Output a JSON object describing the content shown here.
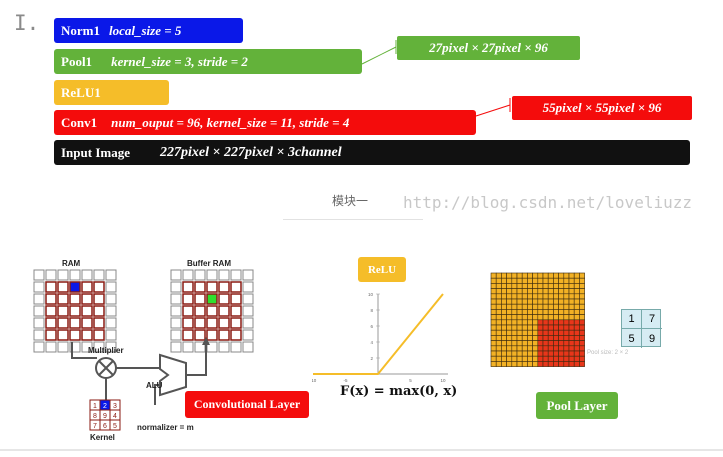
{
  "section": {
    "numeral": "I."
  },
  "layers": {
    "norm1": {
      "name": "Norm1",
      "params": "local_size = 5"
    },
    "pool1": {
      "name": "Pool1",
      "params": "kernel_size = 3, stride = 2"
    },
    "relu1": {
      "name": "ReLU1"
    },
    "conv1": {
      "name": "Conv1",
      "params": "num_ouput = 96, kernel_size = 11, stride = 4"
    },
    "input": {
      "name": "Input Image",
      "params": "227pixel × 227pixel × 3channel"
    }
  },
  "annotations": {
    "pool_out": "27pixel × 27pixel × 96",
    "conv_out": "55pixel × 55pixel × 96"
  },
  "caption": "模块一",
  "watermark": "http://blog.csdn.net/loveliuzz",
  "conv_diagram": {
    "ram": "RAM",
    "buffer_ram": "Buffer RAM",
    "multiplier": "Multiplier",
    "alu": "ALU",
    "kernel": "Kernel",
    "normalizer": "normalizer = m",
    "kernel_cells": [
      "1",
      "2",
      "3",
      "8",
      "9",
      "4",
      "7",
      "6",
      "5"
    ],
    "button": "Convolutional Layer"
  },
  "relu_diagram": {
    "badge": "ReLU",
    "formula": "F(x) = max(0, x)",
    "y_ticks": [
      "10",
      "8",
      "6",
      "4",
      "2"
    ],
    "x_ticks": [
      "-10",
      "-5",
      "5",
      "10"
    ]
  },
  "pool_diagram": {
    "grid_values": [
      "1",
      "7",
      "5",
      "9"
    ],
    "faint_text": "Pool  size: 2 × 2",
    "button": "Pool Layer"
  },
  "colors": {
    "blue": "#0a18e8",
    "green": "#63b23a",
    "yellow": "#f5bd29",
    "red": "#f40c0c",
    "black": "#111111",
    "maroon": "#8a1a12"
  }
}
